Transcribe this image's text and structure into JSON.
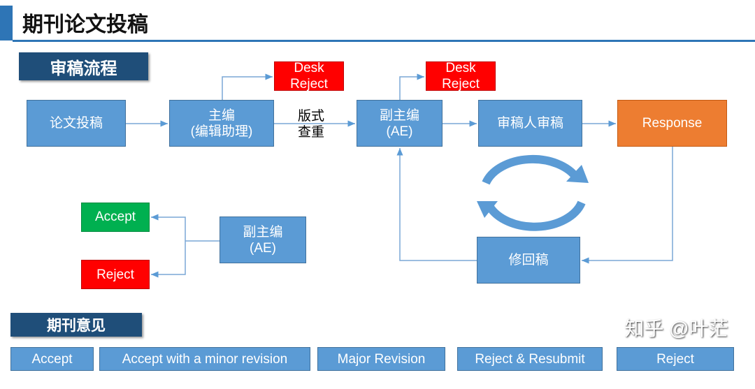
{
  "title": "期刊论文投稿",
  "section1": "审稿流程",
  "section2": "期刊意见",
  "flow": {
    "submit": "论文投稿",
    "editor_line1": "主编",
    "editor_line2": "(编辑助理)",
    "desk_reject_1": [
      "Desk",
      "Reject"
    ],
    "check": [
      "版式",
      "查重"
    ],
    "ae_line1": "副主编",
    "ae_line2": "(AE)",
    "desk_reject_2": [
      "Desk",
      "Reject"
    ],
    "review": "审稿人审稿",
    "response": "Response",
    "revise": "修回稿",
    "accept": "Accept",
    "reject": "Reject",
    "ae2_line1": "副主编",
    "ae2_line2": "(AE)"
  },
  "opinions": [
    "Accept",
    "Accept with a minor revision",
    "Major Revision",
    "Reject & Resubmit",
    "Reject"
  ],
  "watermark": "知乎 @叶茫"
}
